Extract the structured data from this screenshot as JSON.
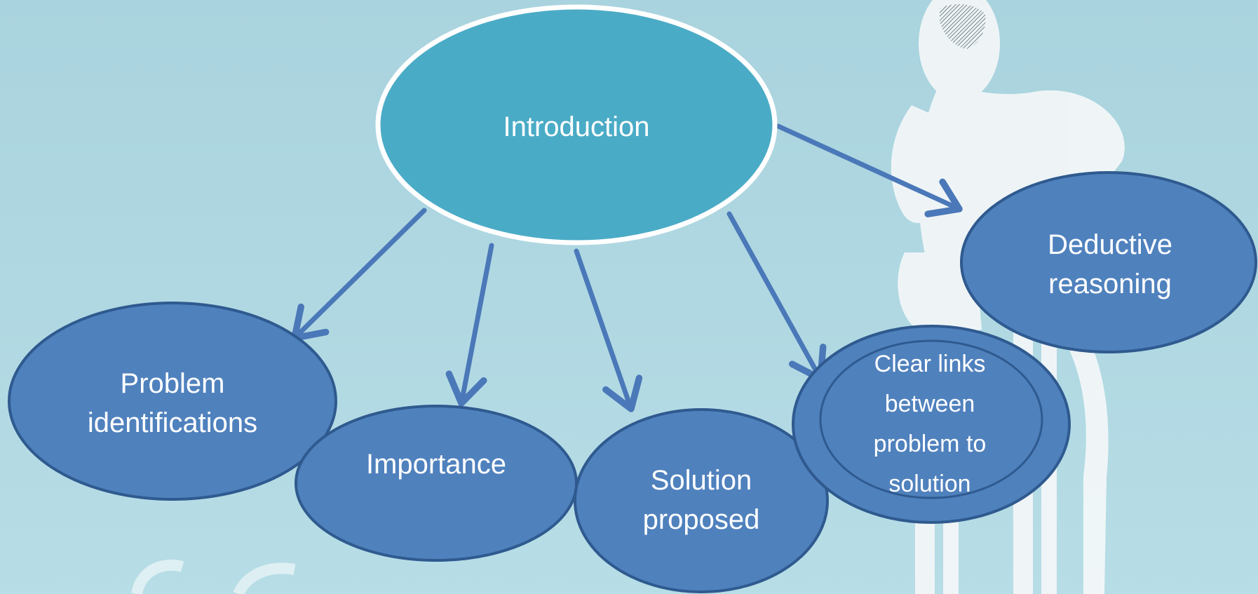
{
  "diagram": {
    "root": {
      "label": "Introduction"
    },
    "nodes": {
      "deductive": {
        "line1": "Deductive",
        "line2": "reasoning"
      },
      "problem": {
        "line1": "Problem",
        "line2": "identifications"
      },
      "importance": {
        "label": "Importance"
      },
      "solution": {
        "line1": "Solution",
        "line2": "proposed"
      },
      "links": {
        "line1": "Clear links",
        "line2": "between",
        "line3": "problem to",
        "line4": "solution"
      }
    }
  },
  "colors": {
    "background": "#a9d3de",
    "root_fill": "#4aabc6",
    "node_fill": "#4f81bd",
    "node_stroke": "#2f5a8f",
    "arrow": "#4a78b8",
    "text": "#ffffff",
    "figure": "#f4f7f8"
  },
  "icons": {
    "background_figure": "thinking-person-figure"
  }
}
